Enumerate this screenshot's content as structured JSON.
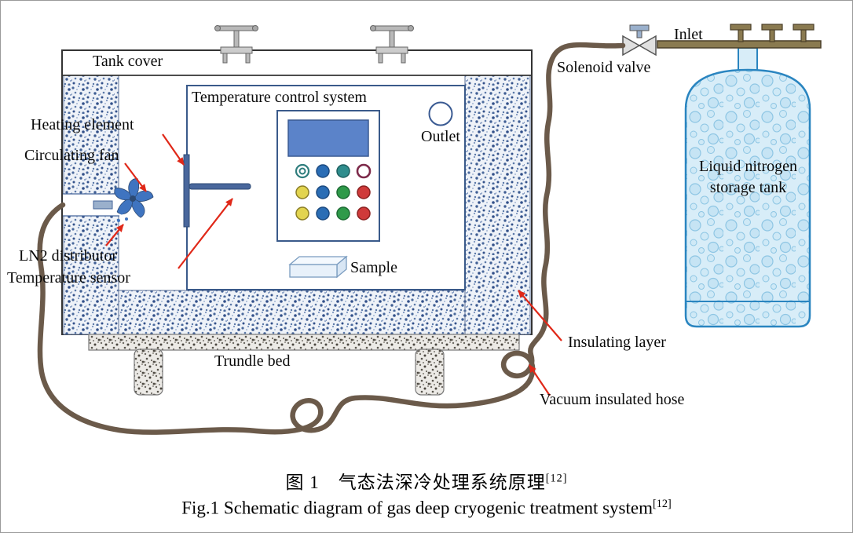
{
  "figure": {
    "caption_zh": "图 1　气态法深冷处理系统原理",
    "caption_zh_sup": "[12]",
    "caption_en": "Fig.1 Schematic diagram of gas deep cryogenic treatment system",
    "caption_en_sup": "[12]"
  },
  "labels": {
    "tank_cover": "Tank cover",
    "temperature_control_system": "Temperature control system",
    "outlet": "Outlet",
    "heating_element": "Heating element",
    "circulating_fan": "Circulating fan",
    "ln2_distributor": "LN2 distributor",
    "temperature_sensor": "Temperature sensor",
    "sample": "Sample",
    "trundle_bed": "Trundle bed",
    "insulating_layer": "Insulating layer",
    "vacuum_insulated_hose": "Vacuum insulated hose",
    "solenoid_valve": "Solenoid valve",
    "inlet": "Inlet",
    "liquid_nitrogen_storage_tank": "Liquid nitrogen storage tank"
  },
  "colors": {
    "arrow_red": "#e02818",
    "insulation_speckle_blue": "#4a699c",
    "hose_brown": "#6b5a4a",
    "ln2_tank_fill": "#d8edf8",
    "panel_screen_blue": "#5b83c9",
    "pipe_olive": "#8a7a50"
  }
}
